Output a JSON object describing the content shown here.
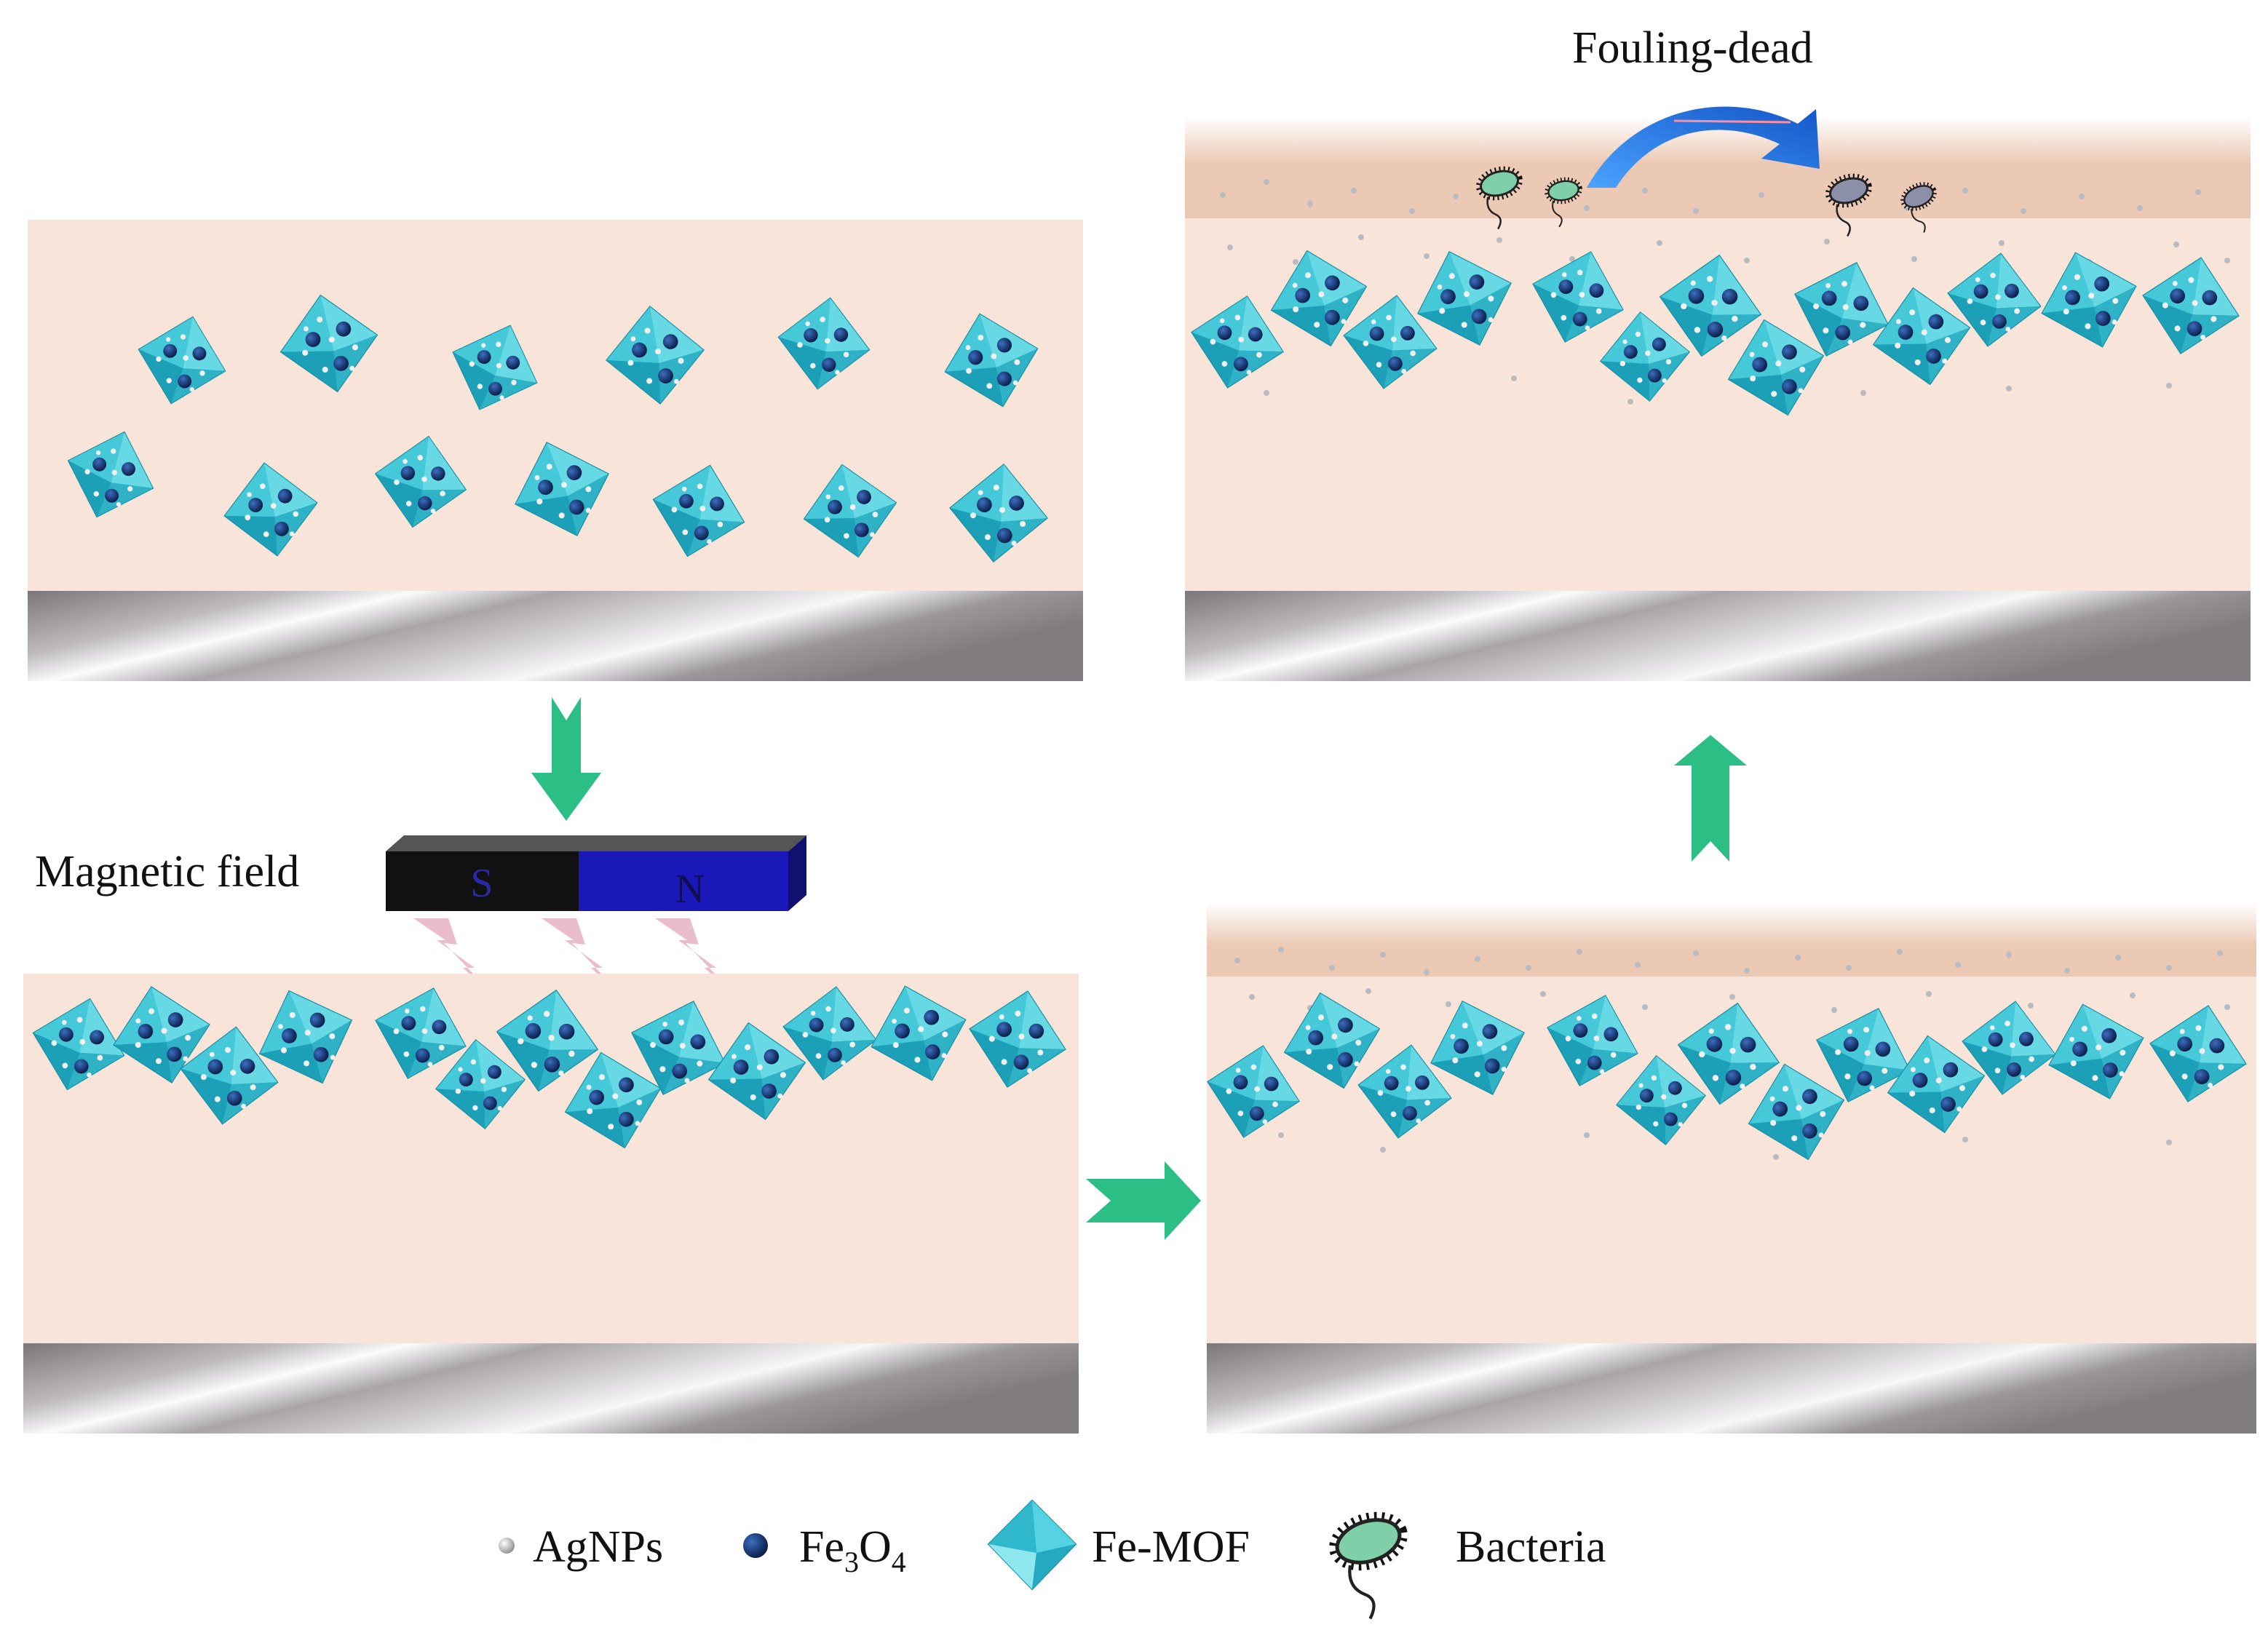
{
  "labels": {
    "fouling_dead": "Fouling-dead",
    "magnetic_field": "Magnetic field",
    "magnet_s": "S",
    "magnet_n": "N"
  },
  "legend": {
    "agnps": "AgNPs",
    "fe3o4_main": "Fe",
    "fe3o4_sub1": "3",
    "fe3o4_mid": "O",
    "fe3o4_sub2": "4",
    "fe_mof": "Fe-MOF",
    "bacteria": "Bacteria"
  },
  "colors": {
    "coating": "#f8e4d8",
    "surface_layer": "#ecc9b4",
    "mof_light": "#5fd3df",
    "mof_dark": "#1fa6bd",
    "fe3o4": "#0e2a6b",
    "agnp": "#e6e6e6",
    "arrow_green": "#2bbf86",
    "magnet_s": "#111111",
    "magnet_n": "#1a18b8",
    "curved_arrow": "#1f78e0",
    "bacteria_live": "#7fcfa9",
    "bacteria_dead": "#8c8fa8"
  }
}
